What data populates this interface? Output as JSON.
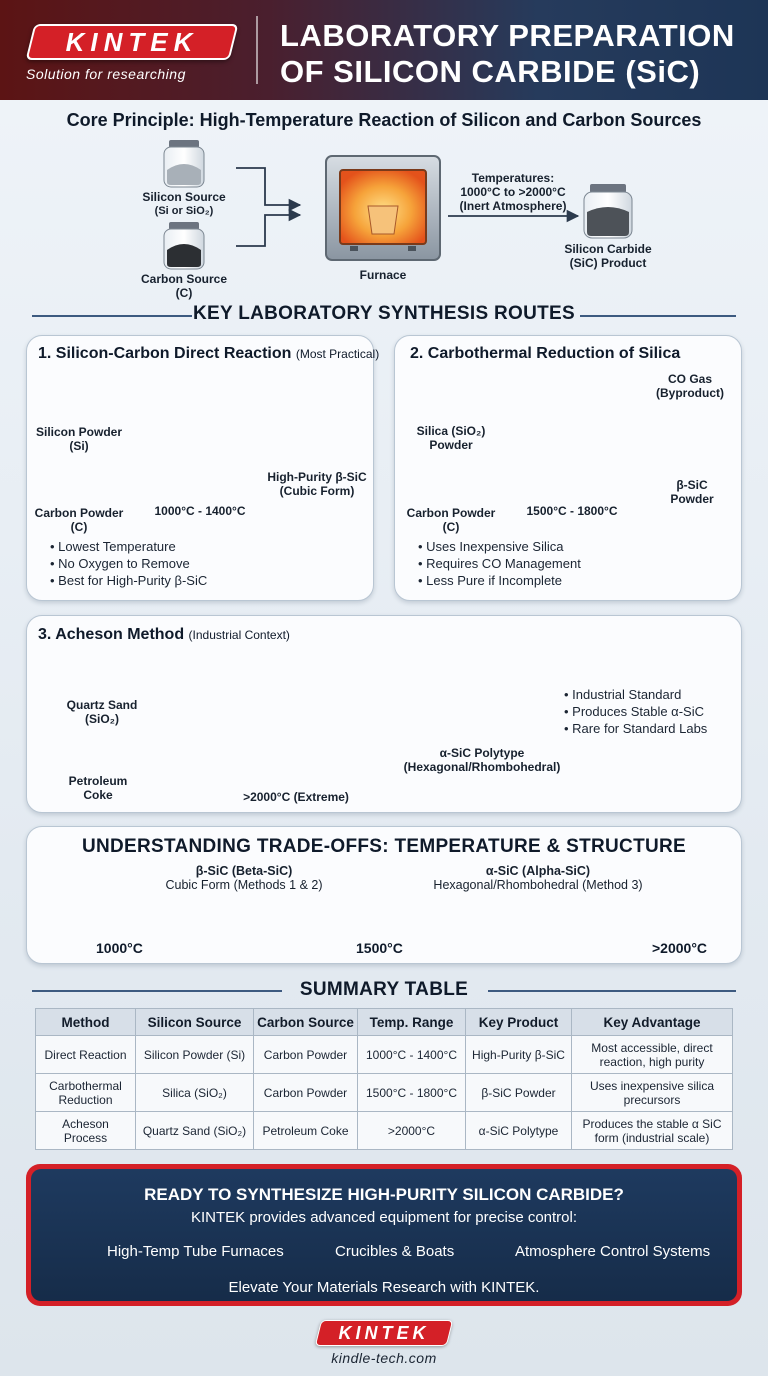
{
  "header": {
    "logo": "KINTEK",
    "tagline": "Solution for researching",
    "title_line1": "LABORATORY PREPARATION",
    "title_line2": "OF SILICON CARBIDE (SiC)"
  },
  "core": {
    "heading": "Core Principle: High-Temperature Reaction of Silicon and Carbon Sources",
    "silicon_source": "Silicon Source",
    "silicon_source_sub": "(Si or SiO₂)",
    "carbon_source": "Carbon Source",
    "carbon_source_sub": "(C)",
    "furnace": "Furnace",
    "temp_line1": "Temperatures:",
    "temp_line2": "1000°C to >2000°C",
    "temp_line3": "(Inert Atmosphere)",
    "product_line1": "Silicon Carbide",
    "product_line2": "(SiC) Product"
  },
  "routes": {
    "heading": "KEY LABORATORY SYNTHESIS ROUTES",
    "r1": {
      "title": "1. Silicon-Carbon Direct Reaction",
      "note": "(Most Practical)",
      "in1_a": "Silicon Powder",
      "in1_b": "(Si)",
      "in2_a": "Carbon Powder",
      "in2_b": "(C)",
      "temp": "1000°C - 1400°C",
      "out_a": "High-Purity β-SiC",
      "out_b": "(Cubic Form)",
      "bullets": [
        "Lowest Temperature",
        "No Oxygen to Remove",
        "Best for High-Purity β-SiC"
      ]
    },
    "r2": {
      "title": "2. Carbothermal Reduction of Silica",
      "in1_a": "Silica (SiO₂)",
      "in1_b": "Powder",
      "in2_a": "Carbon Powder",
      "in2_b": "(C)",
      "temp": "1500°C - 1800°C",
      "gas_a": "CO Gas",
      "gas_b": "(Byproduct)",
      "out_a": "β-SiC",
      "out_b": "Powder",
      "bullets": [
        "Uses Inexpensive Silica",
        "Requires CO Management",
        "Less Pure if Incomplete"
      ]
    },
    "r3": {
      "title": "3. Acheson Method",
      "note": "(Industrial Context)",
      "in1_a": "Quartz Sand",
      "in1_b": "(SiO₂)",
      "in2_a": "Petroleum",
      "in2_b": "Coke",
      "temp": ">2000°C (Extreme)",
      "out_a": "α-SiC Polytype",
      "out_b": "(Hexagonal/Rhombohedral)",
      "bullets": [
        "Industrial Standard",
        "Produces Stable α-SiC",
        "Rare for Standard Labs"
      ]
    }
  },
  "tradeoff": {
    "heading": "UNDERSTANDING TRADE-OFFS: TEMPERATURE & STRUCTURE",
    "beta_a": "β-SiC (Beta-SiC)",
    "beta_b": "Cubic Form (Methods 1 & 2)",
    "alpha_a": "α-SiC (Alpha-SiC)",
    "alpha_b": "Hexagonal/Rhombohedral (Method 3)",
    "t1": "1000°C",
    "t2": "1500°C",
    "t3": ">2000°C"
  },
  "summary": {
    "heading": "SUMMARY TABLE",
    "columns": [
      "Method",
      "Silicon Source",
      "Carbon Source",
      "Temp. Range",
      "Key Product",
      "Key Advantage"
    ],
    "rows": [
      [
        "Direct Reaction",
        "Silicon Powder (Si)",
        "Carbon Powder",
        "1000°C - 1400°C",
        "High-Purity β-SiC",
        "Most accessible, direct reaction, high purity"
      ],
      [
        "Carbothermal Reduction",
        "Silica (SiO₂)",
        "Carbon Powder",
        "1500°C - 1800°C",
        "β-SiC Powder",
        "Uses inexpensive silica precursors"
      ],
      [
        "Acheson Process",
        "Quartz Sand (SiO₂)",
        "Petroleum Coke",
        ">2000°C",
        "α-SiC Polytype",
        "Produces the stable α SiC form (industrial scale)"
      ]
    ]
  },
  "cta": {
    "heading": "READY TO SYNTHESIZE HIGH-PURITY SILICON CARBIDE?",
    "sub": "KINTEK provides advanced equipment for precise control:",
    "item1": "High-Temp Tube Furnaces",
    "item2": "Crucibles & Boats",
    "item3": "Atmosphere Control Systems",
    "footer": "Elevate Your Materials Research with KINTEK."
  },
  "footer": {
    "logo": "KINTEK",
    "url": "kindle-tech.com"
  },
  "colors": {
    "brand_red": "#d42027",
    "navy": "#1e3a5f",
    "furnace_glow": "#f07a20"
  }
}
